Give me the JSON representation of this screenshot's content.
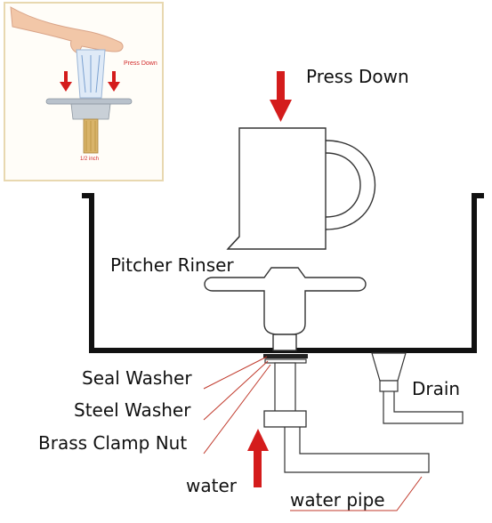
{
  "inset": {
    "press_label": "Press Down",
    "size_label": "1/2 inch"
  },
  "labels": {
    "press_down": "Press Down",
    "pitcher_rinser": "Pitcher Rinser",
    "seal_washer": "Seal Washer",
    "steel_washer": "Steel Washer",
    "brass_clamp_nut": "Brass Clamp Nut",
    "drain": "Drain",
    "water": "water",
    "water_pipe": "water pipe"
  },
  "colors": {
    "arrow": "#d41c1c",
    "inset_frame": "#e8d8b0",
    "lines": "#333333",
    "sink": "#111111"
  }
}
